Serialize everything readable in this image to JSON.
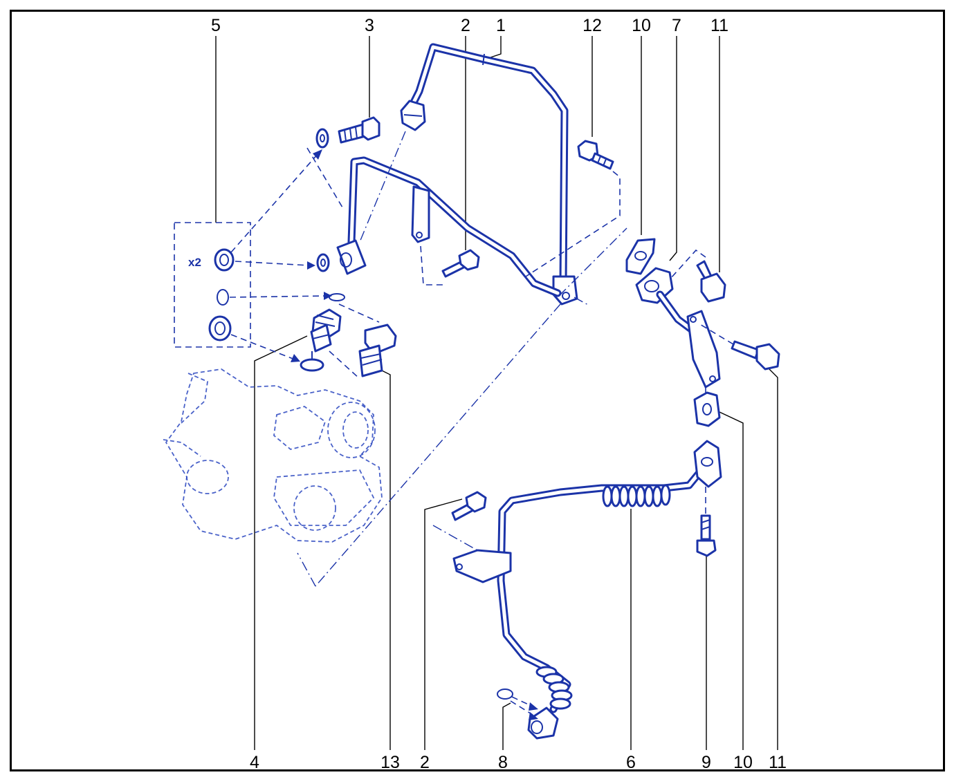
{
  "diagram": {
    "multiplier_label": "x2",
    "callouts_top": [
      "5",
      "3",
      "2",
      "1",
      "12",
      "10",
      "7",
      "11"
    ],
    "callouts_bottom": [
      "4",
      "13",
      "2",
      "8",
      "6",
      "9",
      "10",
      "11"
    ],
    "colors": {
      "line_art": "#1b33a8",
      "callout_text": "#000000",
      "border": "#000000"
    }
  }
}
